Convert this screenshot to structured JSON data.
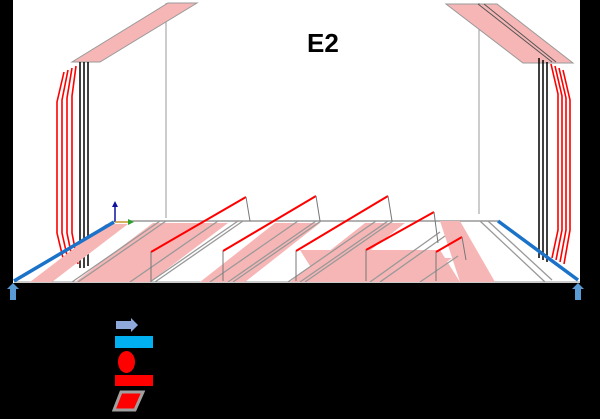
{
  "diagram": {
    "title": "E2",
    "colors": {
      "background": "#000000",
      "panel": "#ffffff",
      "slab_fill": "#f7b6b6",
      "rebar_red": "#ff0000",
      "support_blue": "#1a73c9",
      "load_arrow": "#5b9bd5",
      "edge_gray": "#888888",
      "axis_blue": "#1010a0",
      "axis_green": "#2ca02c"
    },
    "axes": {
      "z": "blue-arrow",
      "x": "green-arrow",
      "y": "orange-arrow"
    },
    "supports": [
      {
        "side": "left",
        "label": "support-arrow-left"
      },
      {
        "side": "right",
        "label": "support-arrow-right"
      }
    ]
  },
  "legend": {
    "items": [
      {
        "icon": "load-arrow-icon",
        "color": "#8fa8dc",
        "label": ""
      },
      {
        "icon": "support-line-icon",
        "color": "#00b0f0",
        "label": ""
      },
      {
        "icon": "node-ellipse-icon",
        "color": "#ff0000",
        "label": ""
      },
      {
        "icon": "rebar-line-icon",
        "color": "#ff0000",
        "label": ""
      },
      {
        "icon": "slab-parallelogram-icon",
        "color": "#ff0000",
        "label": ""
      }
    ]
  }
}
